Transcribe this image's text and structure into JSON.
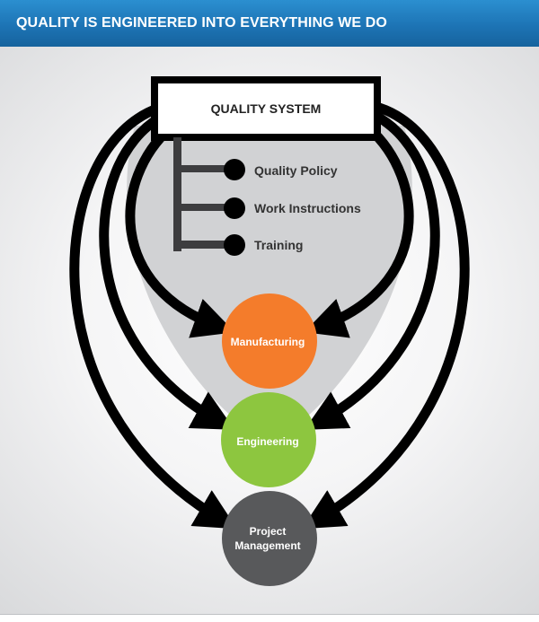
{
  "header": {
    "title": "QUALITY IS ENGINEERED INTO EVERYTHING WE DO"
  },
  "quality_system": {
    "label": "QUALITY SYSTEM"
  },
  "components": [
    {
      "label": "Quality Policy"
    },
    {
      "label": "Work Instructions"
    },
    {
      "label": "Training"
    }
  ],
  "departments": [
    {
      "line1": "Manufacturing",
      "line2": "",
      "color": "#f47c2b"
    },
    {
      "line1": "Engineering",
      "line2": "",
      "color": "#8dc63f"
    },
    {
      "line1": "Project",
      "line2": "Management",
      "color": "#58595b"
    }
  ],
  "colors": {
    "header": "#1d74b5",
    "arrow": "#000000",
    "funnel": "#d1d2d4",
    "box_border": "#000000"
  }
}
